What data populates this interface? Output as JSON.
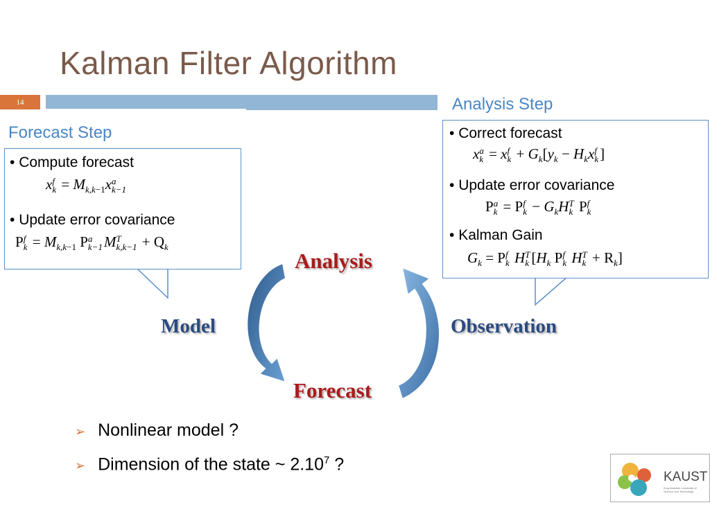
{
  "slide": {
    "title": "Kalman Filter Algorithm",
    "number": "14"
  },
  "forecast_step": {
    "title": "Forecast Step",
    "bullets": [
      {
        "label": "Compute forecast"
      },
      {
        "label": "Update error covariance"
      }
    ]
  },
  "analysis_step": {
    "title": "Analysis Step",
    "bullets": [
      {
        "label": "Correct forecast"
      },
      {
        "label": "Update error covariance"
      },
      {
        "label": "Kalman Gain"
      }
    ]
  },
  "cycle": {
    "analysis": "Analysis",
    "forecast": "Forecast",
    "model": "Model",
    "observation": "Observation"
  },
  "notes": [
    "Nonlinear model ?",
    "Dimension of the state ~ 2.10",
    "7",
    " ?"
  ],
  "logo": {
    "name": "KAUST",
    "subtitle": "King Abdullah University of Science and Technology"
  },
  "colors": {
    "title": "#7a5a4a",
    "accent_orange": "#d9743a",
    "bar_blue": "#92b6d5",
    "step_blue": "#4a86c5",
    "cycle_red": "#a81c1c",
    "cycle_navy": "#2b4a80"
  }
}
